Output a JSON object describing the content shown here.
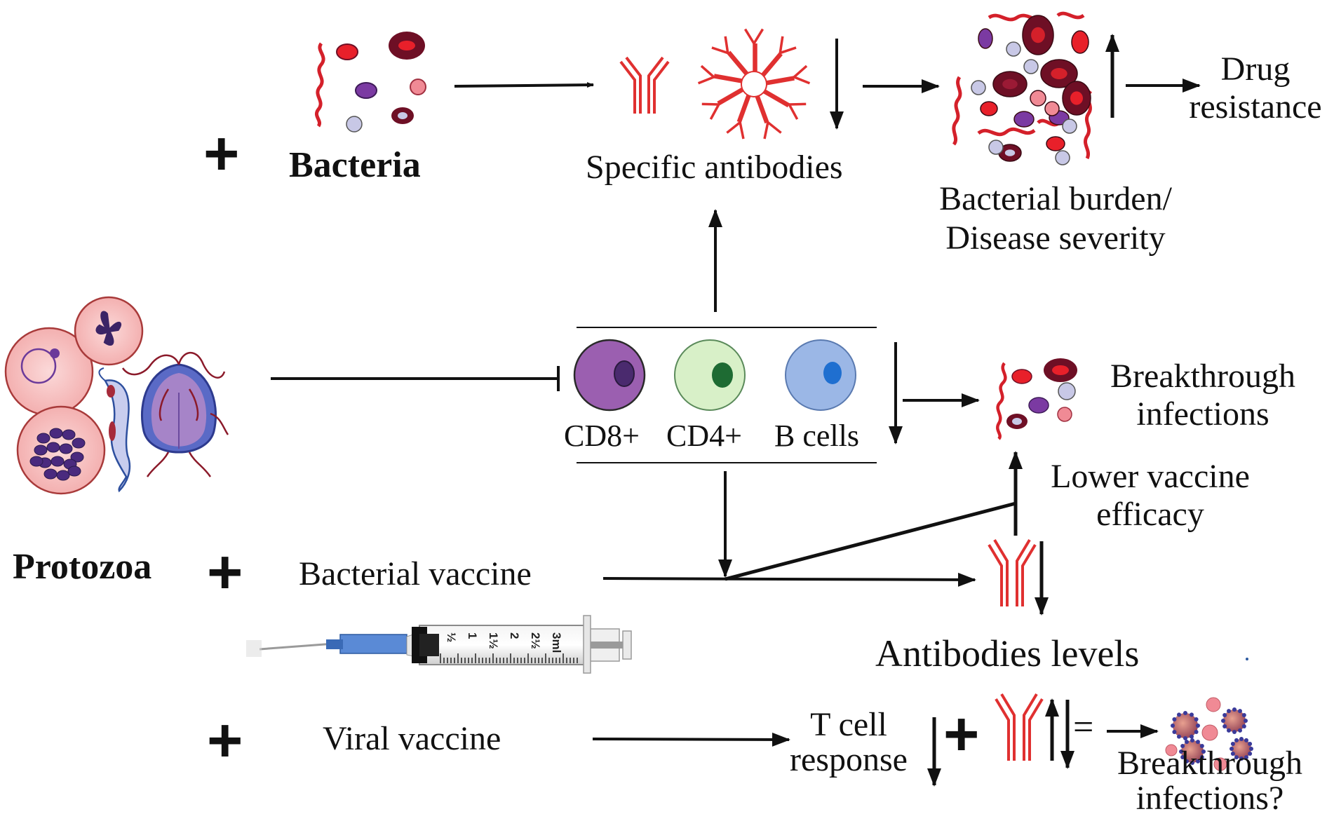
{
  "labels": {
    "bacteria": "Bacteria",
    "protozoa": "Protozoa",
    "specific_antibodies": "Specific antibodies",
    "drug_resistance_line1": "Drug",
    "drug_resistance_line2": "resistance",
    "bacterial_burden_line1": "Bacterial burden/",
    "bacterial_burden_line2": "Disease severity",
    "cd8": "CD8+",
    "cd4": "CD4+",
    "b_cells": "B cells",
    "breakthrough_line1": "Breakthrough",
    "breakthrough_line2": "infections",
    "lower_vaccine_line1": "Lower vaccine",
    "lower_vaccine_line2": "efficacy",
    "bacterial_vaccine": "Bacterial vaccine",
    "antibodies_levels": "Antibodies levels",
    "viral_vaccine": "Viral vaccine",
    "t_cell_line1": "T cell",
    "t_cell_line2": "response",
    "breakthrough_q_line1": "Breakthrough",
    "breakthrough_q_line2": "infections?",
    "equals": "=",
    "plus": "+"
  },
  "syringe_marks": [
    "½",
    "1",
    "1½",
    "2",
    "2½",
    "3ml"
  ],
  "colors": {
    "antibody_red": "#e03030",
    "arrow_black": "#111111",
    "cd8_fill": "#9b5fb0",
    "cd8_nucleus": "#4a2a6e",
    "cd4_fill": "#d8f0c8",
    "cd4_nucleus": "#1e6b33",
    "bcell_fill": "#9bb7e6",
    "bcell_nucleus": "#1f6fd0",
    "bacteria_dark": "#6e0f25",
    "bacteria_red": "#e8202a",
    "bacteria_purple": "#6e3a9a",
    "bacteria_pink": "#f08a95",
    "bacteria_lavender": "#c8c8e6",
    "protozoa_pink": "#f6b8b8"
  }
}
